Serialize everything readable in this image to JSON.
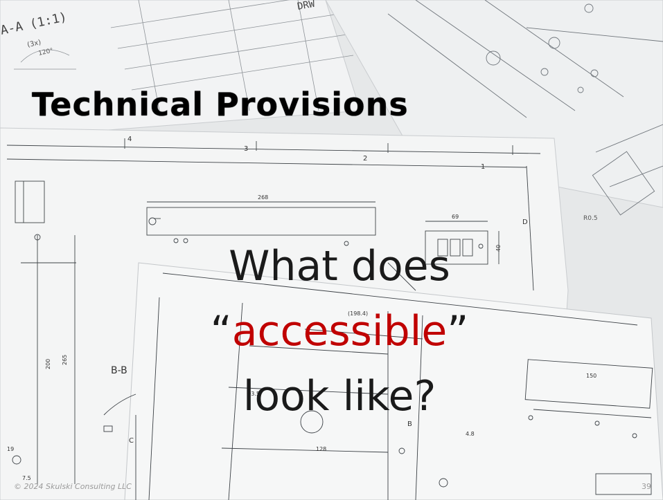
{
  "slide": {
    "title": "Technical Provisions",
    "question_line1": "What does",
    "question_quote_open": "“",
    "question_accent": "accessible",
    "question_quote_close": "”",
    "question_line3": "look like?",
    "footer": "© 2024 Skulski Consulting LLC",
    "page_number": "39"
  },
  "drawing_labels": {
    "section": "A-A (1:1)",
    "scale": "(3x)",
    "angle": "120°",
    "title_block": "DRW",
    "dim_268": "268",
    "dim_69": "69",
    "dim_150": "150",
    "dim_128": "128",
    "dim_198": "(198.4)",
    "dim_200": "200",
    "dim_265": "265",
    "dim_dia35": "Ø3.5",
    "dim_r05": "R0.5",
    "dim_48": "4.8",
    "dim_40": "40",
    "dim_19": "19",
    "dim_75": "7.5",
    "section_b": "B-B",
    "col_4": "4",
    "col_3": "3",
    "col_2": "2",
    "col_1": "1",
    "row_d": "D",
    "row_c": "C",
    "row_b": "B"
  },
  "colors": {
    "accent": "#c00000",
    "paper": "#f4f5f5",
    "ink": "#2b2b2b"
  }
}
